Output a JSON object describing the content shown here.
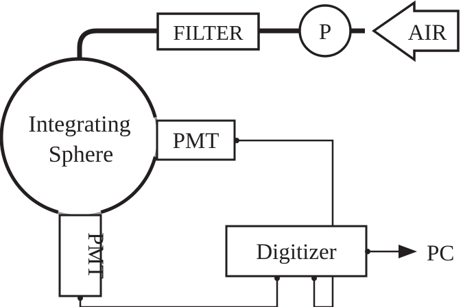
{
  "diagram": {
    "labels": {
      "filter": "FILTER",
      "pump": "P",
      "air": "AIR",
      "sphere_line1": "Integrating",
      "sphere_line2": "Sphere",
      "pmt_side": "PMT",
      "pmt_bottom": "PMT",
      "digitizer": "Digitizer",
      "pc": "PC"
    },
    "colors": {
      "line": "#231f20",
      "port": "#9a9a9a",
      "background": "#ffffff"
    }
  }
}
